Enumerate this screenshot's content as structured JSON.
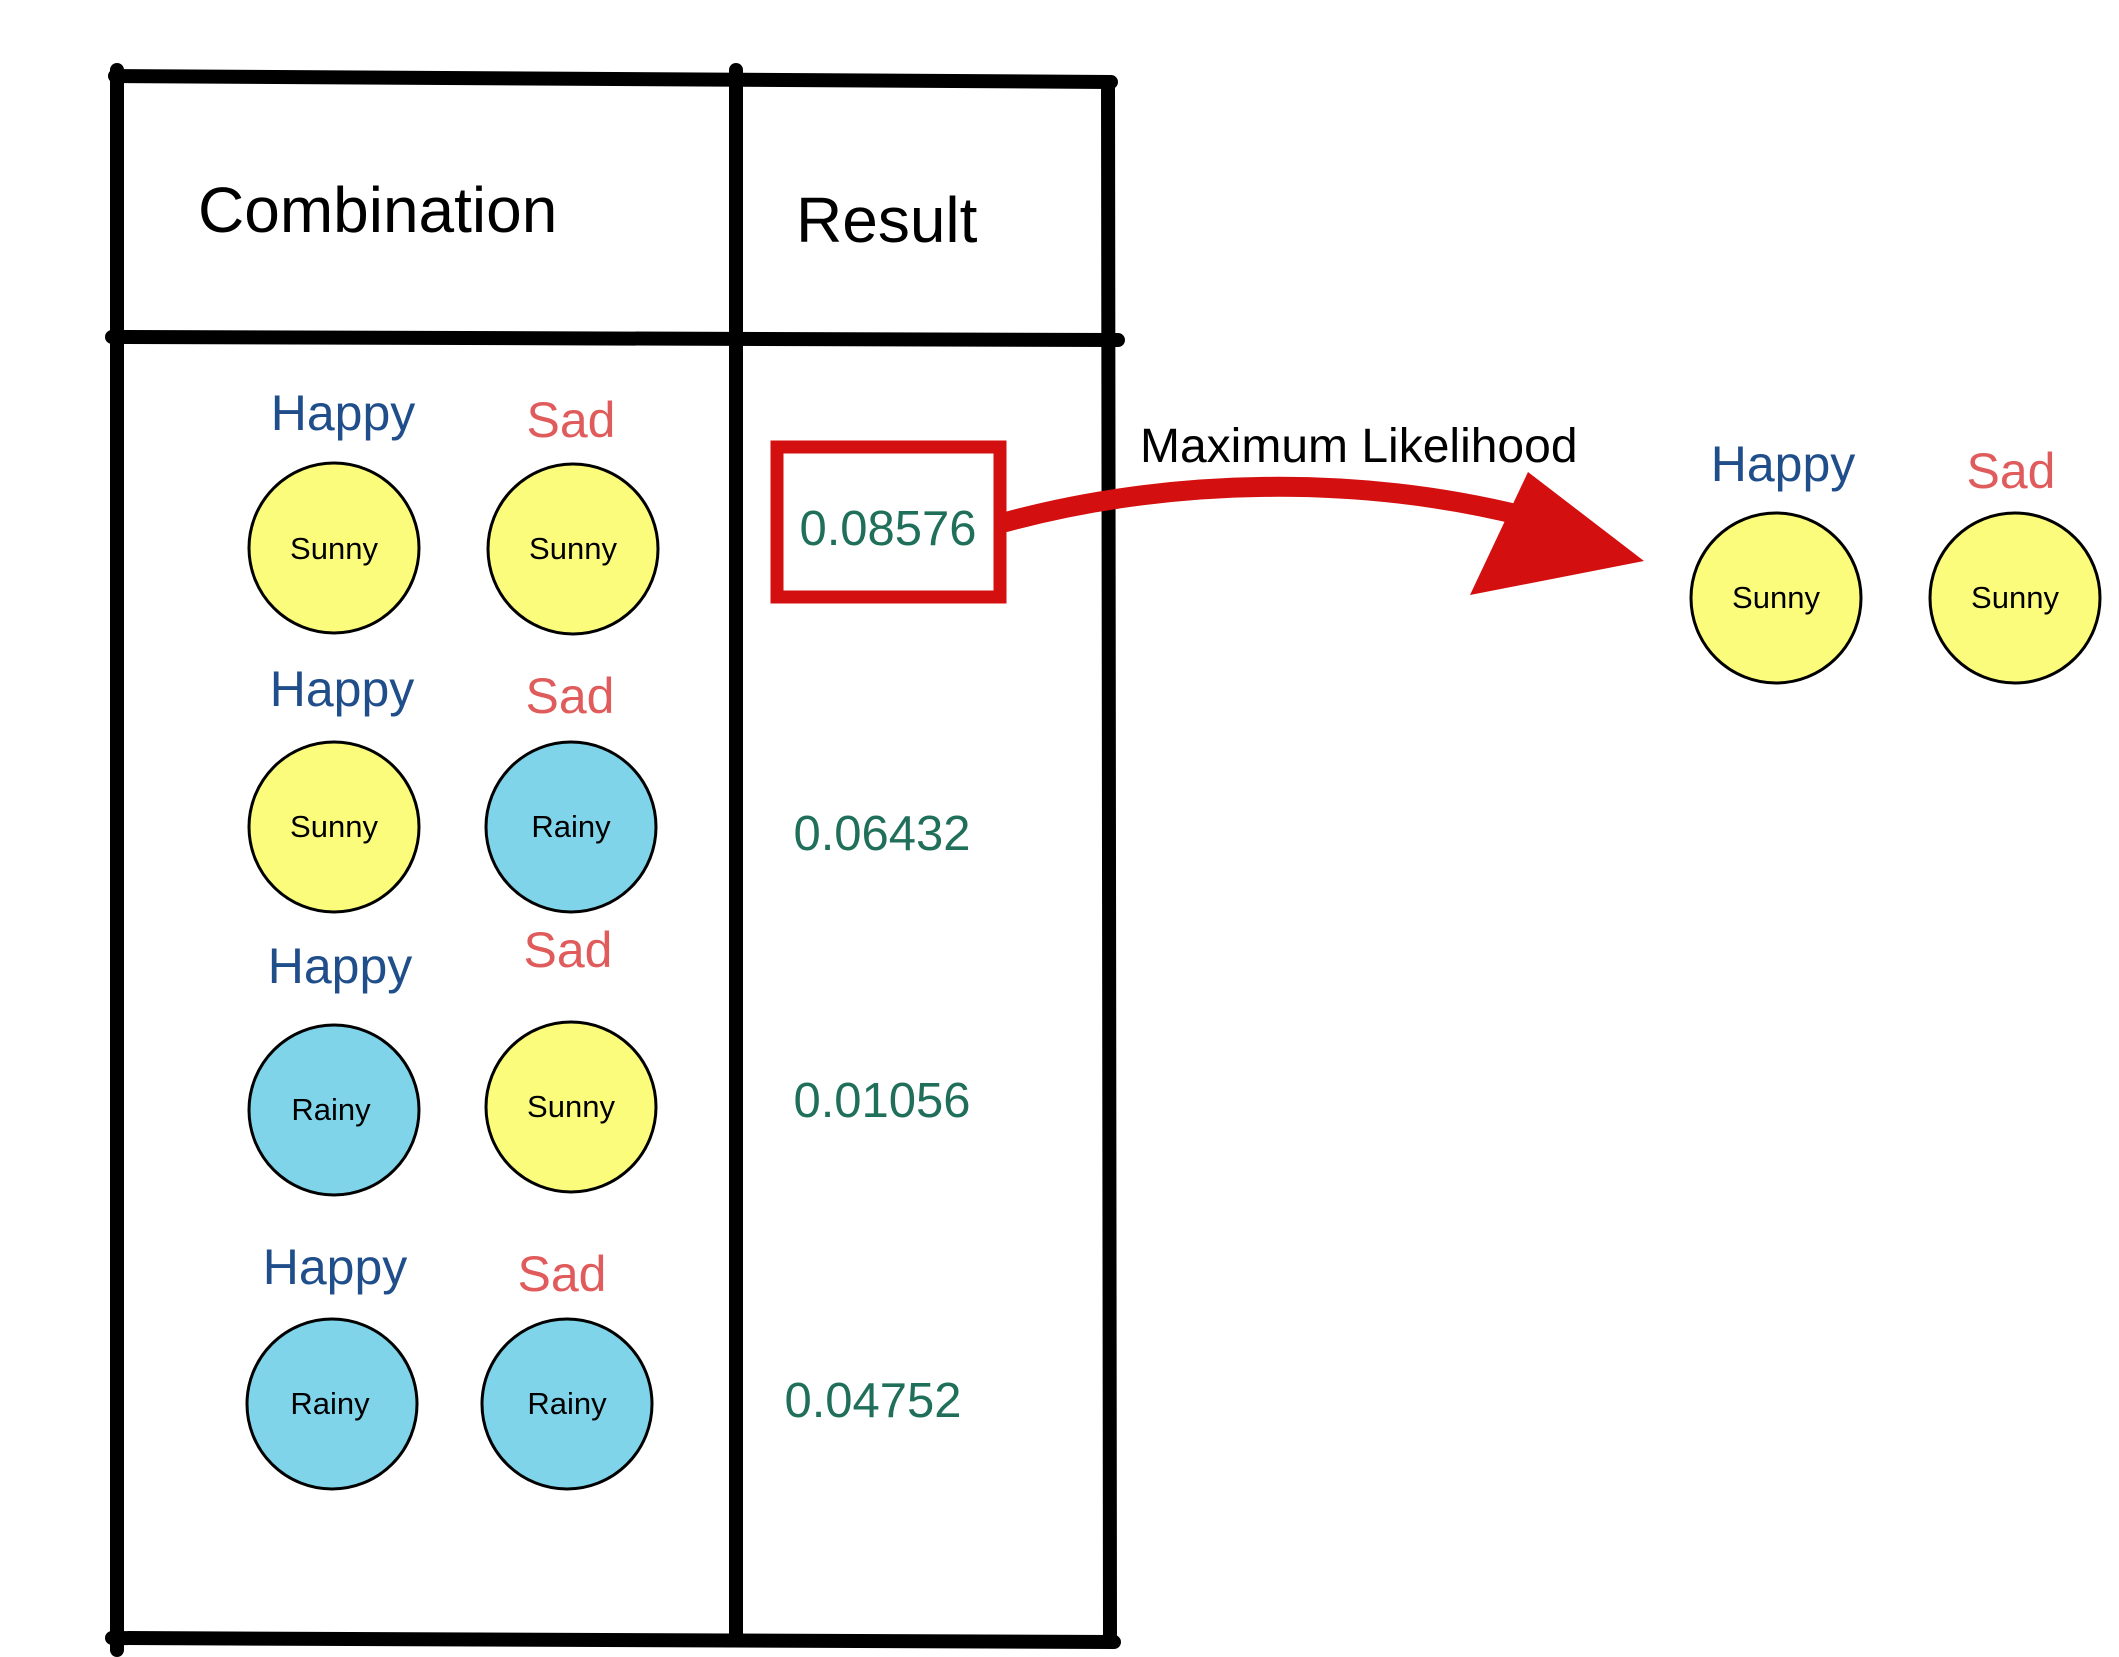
{
  "colors": {
    "line": "#000000",
    "happy": "#1f4e8a",
    "sad": "#e05c5c",
    "result": "#1f6f5a",
    "sunny": "#fbfb7c",
    "rainy": "#7fd4ea",
    "highlight": "#d30f0f"
  },
  "table": {
    "header_combination": "Combination",
    "header_result": "Result",
    "rows": [
      {
        "happy_label": "Happy",
        "sad_label": "Sad",
        "happy_state": "Sunny",
        "sad_state": "Sunny",
        "result": "0.08576",
        "highlighted": true
      },
      {
        "happy_label": "Happy",
        "sad_label": "Sad",
        "happy_state": "Sunny",
        "sad_state": "Rainy",
        "result": "0.06432",
        "highlighted": false
      },
      {
        "happy_label": "Happy",
        "sad_label": "Sad",
        "happy_state": "Rainy",
        "sad_state": "Sunny",
        "result": "0.01056",
        "highlighted": false
      },
      {
        "happy_label": "Happy",
        "sad_label": "Sad",
        "happy_state": "Rainy",
        "sad_state": "Rainy",
        "result": "0.04752",
        "highlighted": false
      }
    ]
  },
  "arrow": {
    "label": "Maximum Likelihood"
  },
  "outcome": {
    "happy_label": "Happy",
    "sad_label": "Sad",
    "happy_state": "Sunny",
    "sad_state": "Sunny"
  }
}
